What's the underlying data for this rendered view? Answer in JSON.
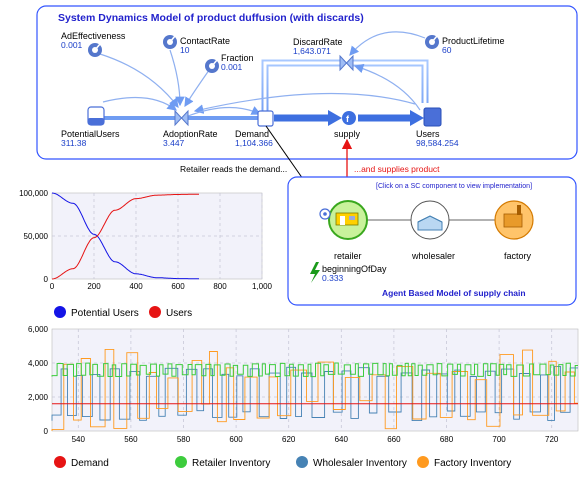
{
  "sd_panel": {
    "title": "System Dynamics Model of product duffusion (with discards)",
    "parameters": [
      {
        "key": "ad",
        "name": "AdEffectiveness",
        "value": "0.001"
      },
      {
        "key": "contact",
        "name": "ContactRate",
        "value": "10"
      },
      {
        "key": "fraction",
        "name": "Fraction",
        "value": "0.001"
      },
      {
        "key": "discard",
        "name": "DiscardRate",
        "value": "1,643.071"
      },
      {
        "key": "lifetime",
        "name": "ProductLifetime",
        "value": "60"
      }
    ],
    "stocks": [
      {
        "key": "potential",
        "name": "PotentialUsers",
        "value": "311.38"
      },
      {
        "key": "adoption",
        "name": "AdoptionRate",
        "value": "3.447"
      },
      {
        "key": "demand",
        "name": "Demand",
        "value": "1,104.366"
      },
      {
        "key": "supply",
        "name": "supply",
        "value": ""
      },
      {
        "key": "users",
        "name": "Users",
        "value": "98,584.254"
      }
    ]
  },
  "annotations": {
    "retailer_reads": "Retailer reads the demand...",
    "supplies": "...and supplies product"
  },
  "ab_panel": {
    "hint": "[Click on a SC component to view implementation]",
    "title": "Agent Based Model of supply chain",
    "agents": [
      "retailer",
      "wholesaler",
      "factory"
    ],
    "event_name": "beginningOfDay",
    "event_value": "0.333"
  },
  "chart1_legend": [
    "Potential Users",
    "Users"
  ],
  "chart2_legend": [
    "Demand",
    "Retailer Inventory",
    "Wholesaler Inventory",
    "Factory Inventory"
  ],
  "colors": {
    "panel_border": "#3355ff",
    "title_blue": "#2222cc",
    "value_blue": "#1a3ec8",
    "potential_users": "#1414e6",
    "users": "#e61414",
    "demand": "#e61414",
    "retailer_inventory": "#3dcc3d",
    "wholesaler_inventory": "#4682b4",
    "factory_inventory": "#ff9a1f",
    "plot_bg": "#f2f2fa"
  },
  "chart_data": [
    {
      "type": "line",
      "x": [
        0,
        100,
        200,
        300,
        400,
        500,
        600,
        700
      ],
      "xticks": [
        "0",
        "200",
        "400",
        "600",
        "800",
        "1,000"
      ],
      "ylim": [
        0,
        100000
      ],
      "yticks": [
        "0",
        "50,000",
        "100,000"
      ],
      "xlim": [
        0,
        1000
      ],
      "series": [
        {
          "name": "Potential Users",
          "values": [
            100000,
            88000,
            52000,
            20000,
            6000,
            1500,
            500,
            300
          ]
        },
        {
          "name": "Users",
          "values": [
            0,
            12000,
            48000,
            80000,
            93500,
            97500,
            98300,
            98600
          ]
        }
      ]
    },
    {
      "type": "line",
      "xlim": [
        530,
        730
      ],
      "xticks": [
        "540",
        "560",
        "580",
        "600",
        "620",
        "640",
        "660",
        "680",
        "700",
        "720"
      ],
      "ylim": [
        0,
        6000
      ],
      "yticks": [
        "0",
        "2,000",
        "4,000",
        "6,000"
      ],
      "series": [
        {
          "name": "Demand",
          "values": [
            1600,
            1600,
            1600,
            1600,
            1600,
            1600,
            1600,
            1600,
            1600,
            1600
          ]
        },
        {
          "name": "Retailer Inventory",
          "low": 3200,
          "high": 4000
        },
        {
          "name": "Wholesaler Inventory",
          "low": 600,
          "high": 3800
        },
        {
          "name": "Factory Inventory",
          "low": 0,
          "high": 4800
        }
      ]
    }
  ]
}
